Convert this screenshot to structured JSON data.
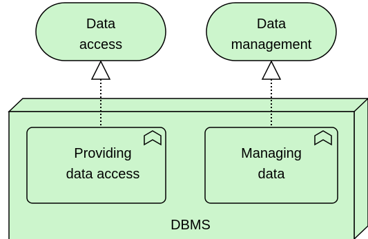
{
  "colors": {
    "fill": "#ccf5cc",
    "stroke": "#000000",
    "background": "#ffffff"
  },
  "nodes": {
    "data_access_service": {
      "kind": "application-service",
      "lines": [
        "Data",
        "access"
      ]
    },
    "data_management_service": {
      "kind": "application-service",
      "lines": [
        "Data",
        "management"
      ]
    },
    "dbms_node": {
      "kind": "node",
      "label": "DBMS"
    },
    "providing_data_access_function": {
      "kind": "application-function",
      "icon": "function-chevron-icon",
      "lines": [
        "Providing",
        "data access"
      ]
    },
    "managing_data_function": {
      "kind": "application-function",
      "icon": "function-chevron-icon",
      "lines": [
        "Managing",
        "data"
      ]
    }
  },
  "relations": [
    {
      "from": "providing_data_access_function",
      "to": "data_access_service",
      "type": "realization"
    },
    {
      "from": "managing_data_function",
      "to": "data_management_service",
      "type": "realization"
    }
  ]
}
